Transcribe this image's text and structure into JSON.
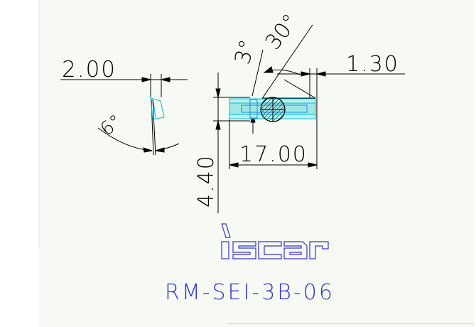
{
  "colors": {
    "background": "#ffffff",
    "sheet": "#f7faf4",
    "dimension": "#000000",
    "part_outline": "#00bcd4",
    "part_fill": "#9fe6e6",
    "brand": "#3333cc"
  },
  "dimensions": {
    "width_front": "2.00",
    "clearance_angle": "6°",
    "angle_small": "3°",
    "angle_large": "30°",
    "chamfer": "1.30",
    "length": "17.00",
    "height": "4.40"
  },
  "logo": {
    "brand_name": "iscar",
    "icon": "iscar-logo-icon"
  },
  "part_code": "RM-SEI-3B-06"
}
